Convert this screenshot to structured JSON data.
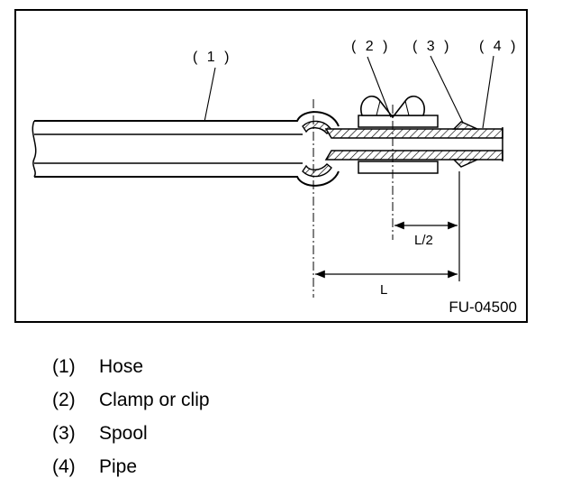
{
  "figure": {
    "code": "FU-04500",
    "callouts": [
      "( 1 )",
      "( 2 )",
      "( 3 )",
      "( 4 )"
    ],
    "dimensions": {
      "half_length": "L/2",
      "length": "L"
    }
  },
  "legend": [
    {
      "num": "(1)",
      "text": "Hose"
    },
    {
      "num": "(2)",
      "text": "Clamp or clip"
    },
    {
      "num": "(3)",
      "text": "Spool"
    },
    {
      "num": "(4)",
      "text": "Pipe"
    }
  ]
}
